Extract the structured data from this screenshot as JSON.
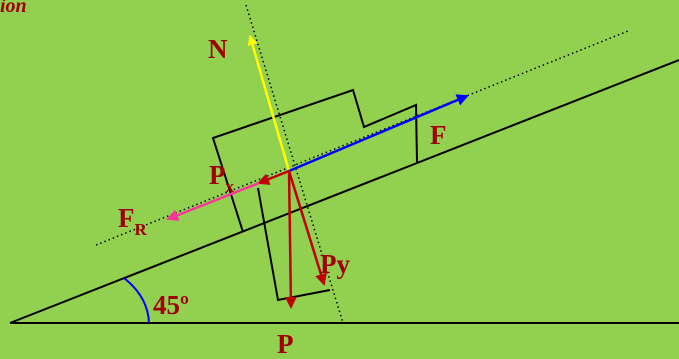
{
  "title": "ion",
  "labels": {
    "normal": "N",
    "applied": "F",
    "px_main": "P",
    "px_sub": "x",
    "friction_main": "F",
    "friction_sub": "R",
    "py": "Py",
    "weight": "P",
    "angle": "45º"
  },
  "incline_angle_deg": 45,
  "colors": {
    "background": "#92d050",
    "label_text": "#a00000",
    "lines": "#000000",
    "normal_force": "#ffff00",
    "applied_force": "#0000ff",
    "parallel_component": "#c00000",
    "friction_force": "#ff3399",
    "weight_and_py": "#c00000",
    "angle_arc": "#0000ff"
  }
}
